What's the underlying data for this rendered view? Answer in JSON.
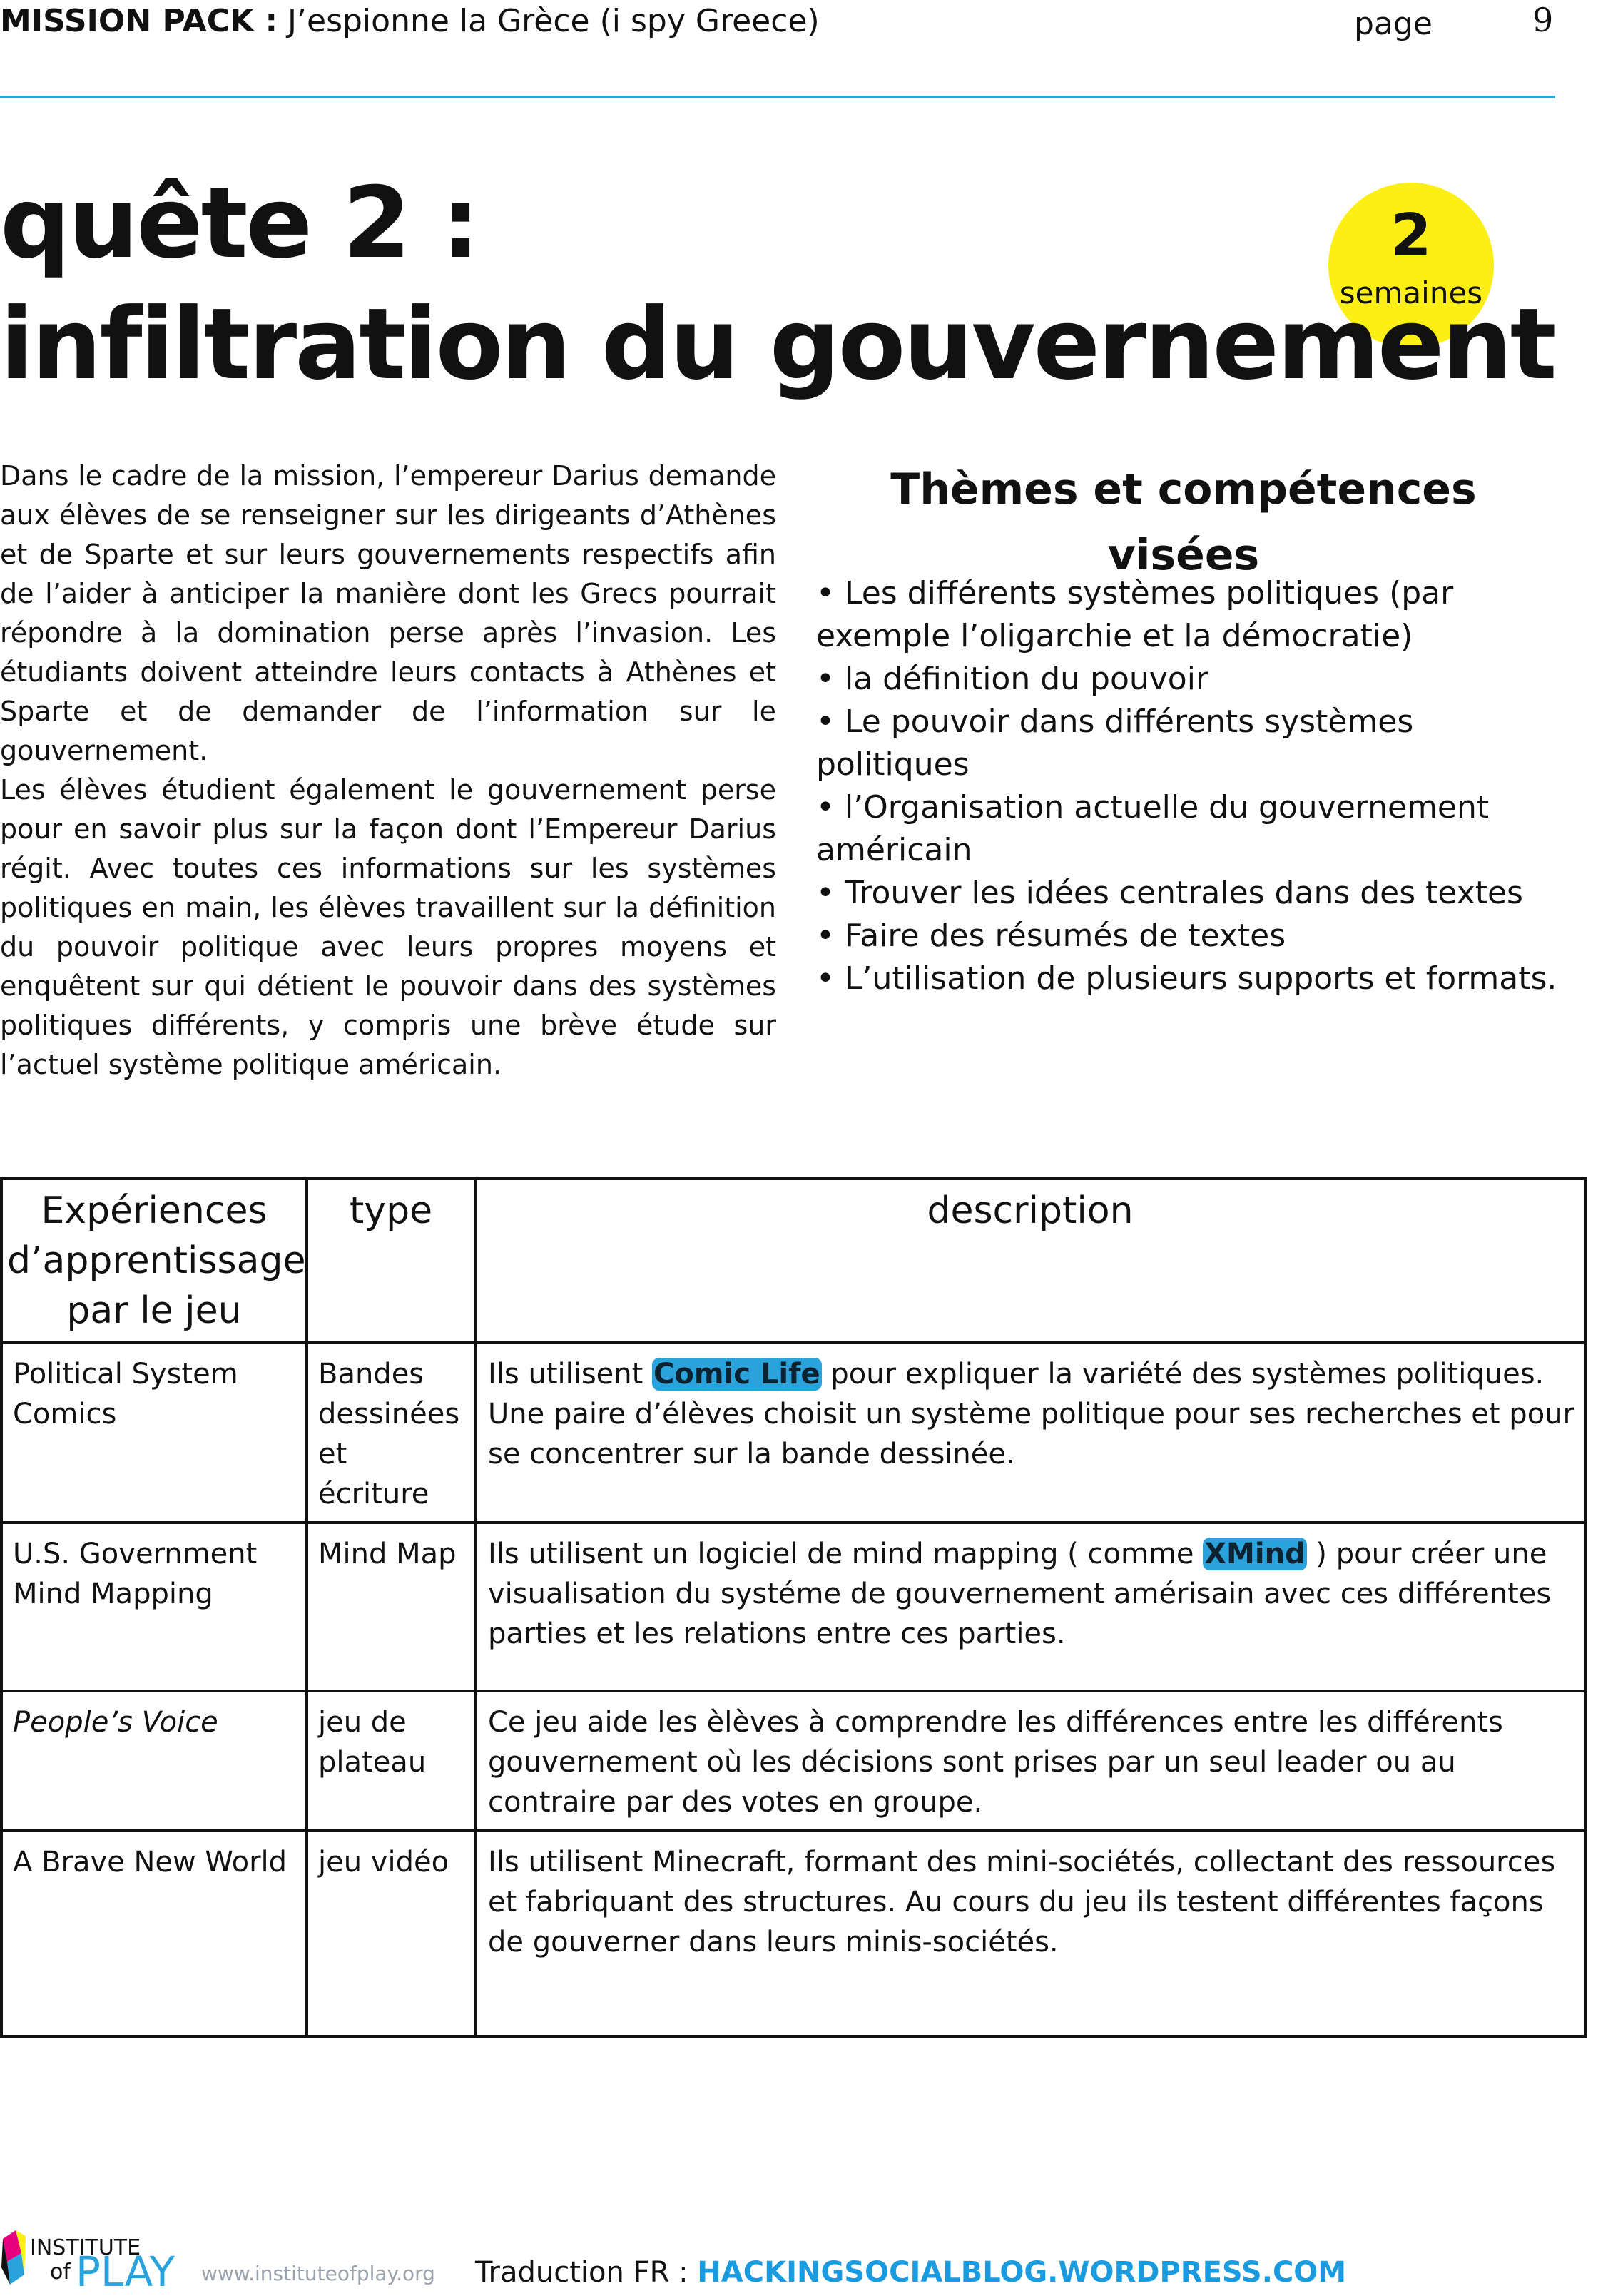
{
  "header": {
    "label_bold": "MISSION PACK :",
    "label_rest": " J’espionne la Grèce (i spy Greece)",
    "page_label": "page",
    "page_number": "9"
  },
  "title": {
    "line1": "quête 2 :",
    "line2": "infiltration du gouvernement"
  },
  "badge": {
    "number": "2",
    "unit": "semaines"
  },
  "intro": {
    "p1": "Dans le cadre de la mission, l’empereur Darius demande aux élèves de se renseigner sur les dirigeants d’Athènes et de Sparte et sur leurs gouvernements respectifs afin de l’aider à anticiper la manière dont les Grecs pourrait répondre à la domination perse après l’invasion. Les étudiants doivent atteindre leurs contacts à Athènes et Sparte et de demander de l’information sur le gouvernement.",
    "p2": "Les élèves étudient également  le gouvernement perse pour en savoir plus sur la façon dont l’Empereur Darius régit. Avec toutes ces informations sur les systèmes politiques en  main, les élèves travaillent sur la définition du pouvoir politique avec leurs propres moyens et enquêtent sur qui détient le pouvoir dans des systèmes politiques différents, y compris une brève étude sur l’actuel système politique américain."
  },
  "themes": {
    "heading": "Thèmes et compétences visées",
    "items": [
      "Les différents systèmes politiques (par exemple l’oligarchie et la démocratie)",
      "la définition du pouvoir",
      "Le pouvoir dans différents systèmes politiques",
      "l’Organisation actuelle du gouvernement américain",
      "Trouver les idées centrales dans des textes",
      "Faire des résumés de textes",
      "L’utilisation de plusieurs supports et formats."
    ]
  },
  "table": {
    "headers": [
      "Expériences d’apprentissage par le jeu",
      "type",
      "description"
    ],
    "rows": [
      {
        "name": "Political System Comics",
        "type": "Bandes dessinées et écriture",
        "desc_before": "Ils utilisent ",
        "desc_link": "Comic Life",
        "desc_after": " pour expliquer la variété des systèmes politiques. Une paire d’élèves choisit un système politique pour ses recherches et pour se concentrer sur la bande dessinée."
      },
      {
        "name": "U.S. Government Mind Mapping",
        "type": "Mind Map",
        "desc_before": "Ils utilisent un logiciel de mind mapping ( comme ",
        "desc_link": "XMind",
        "desc_after": " ) pour créer une visualisation du systéme de gouvernement amérisain avec ces différentes parties et les relations entre ces parties."
      },
      {
        "name": "People’s Voice",
        "type": "jeu de plateau",
        "desc": "Ce jeu aide les èlèves à comprendre les différences entre les différents gouvernement où les décisions sont prises par un seul leader ou au contraire par des votes en groupe."
      },
      {
        "name": "A Brave New World",
        "type": "jeu vidéo",
        "desc": "Ils utilisent Minecraft, formant des mini-sociétés, collectant des ressources et fabriquant des structures. Au cours du jeu ils testent différentes façons de gouverner dans leurs minis-sociétés."
      }
    ]
  },
  "footer": {
    "logo_institute": "INSTITUTE",
    "logo_of": "of",
    "logo_play": "PLAY",
    "url": "www.instituteofplay.org",
    "traduction_label": "Traduction FR : ",
    "traduction_link": "HACKINGSOCIALBLOG.WORDPRESS.COM"
  },
  "colors": {
    "accent_blue": "#2aa3dd",
    "badge_yellow": "#fbef16"
  }
}
